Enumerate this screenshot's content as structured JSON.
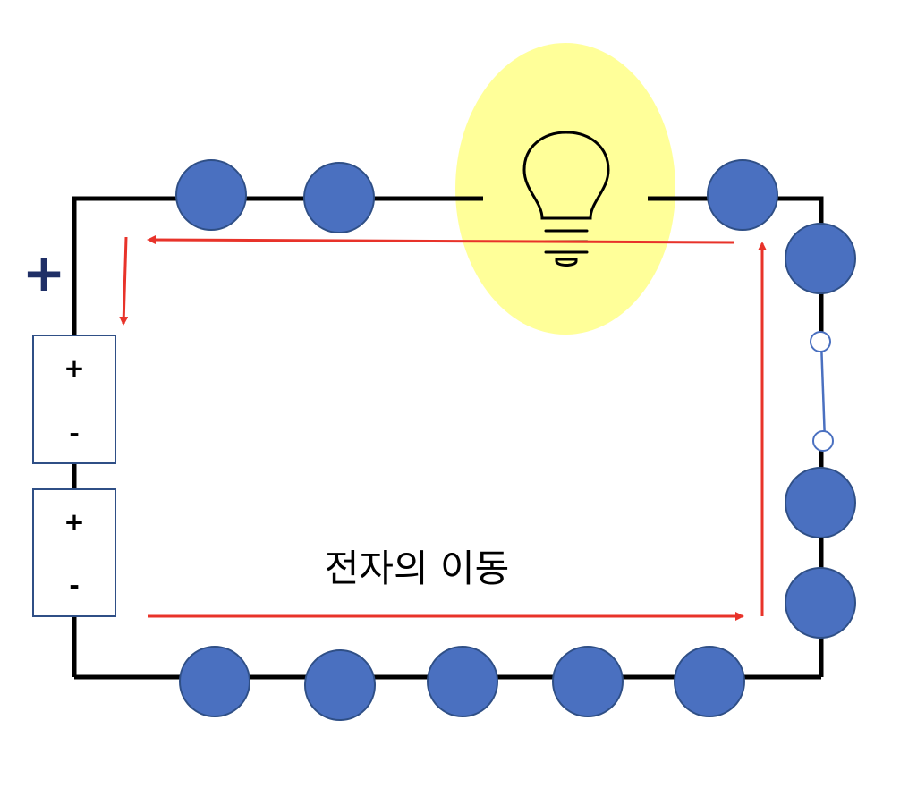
{
  "caption": "전자의 이동",
  "battery": {
    "terminal_sign": "+",
    "cells": [
      {
        "top_sign": "+",
        "bottom_sign": "-"
      },
      {
        "top_sign": "+",
        "bottom_sign": "-"
      }
    ]
  },
  "bulb": {
    "state": "lit",
    "icon": "light-bulb-icon"
  },
  "switch": {
    "state": "closed"
  },
  "electrons": {
    "top_count": 3,
    "right_count": 3,
    "bottom_count": 5
  },
  "colors": {
    "wire": "#000000",
    "electron": "#4a70c0",
    "arrow": "#e8332a",
    "glow": "#ffff99",
    "cell_border": "#2f4f86",
    "terminal_sign": "#1f2f66",
    "switch": "#4a70c0"
  }
}
